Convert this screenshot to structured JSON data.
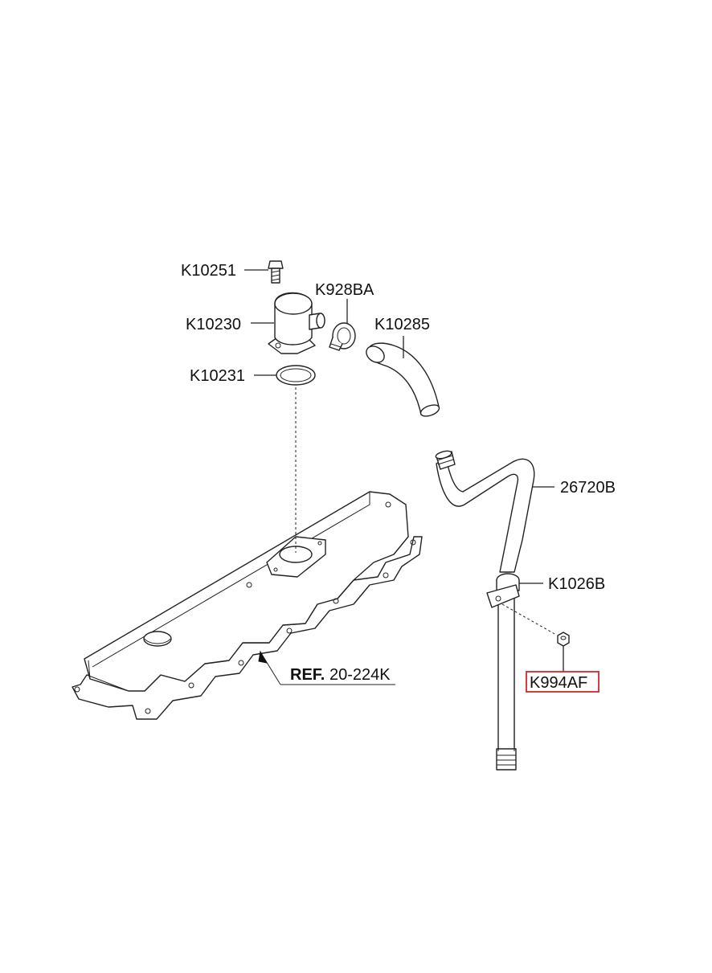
{
  "parts": {
    "bolt": "K10251",
    "clamp": "K928BA",
    "breather_housing": "K10230",
    "hose": "K10285",
    "gasket": "K10231",
    "pipe": "26720B",
    "bracket": "K1026B",
    "nut": "K994AF"
  },
  "reference": {
    "prefix": "REF.",
    "code": "20-224K"
  },
  "colors": {
    "highlight": "#d4262b",
    "line": "#222222"
  }
}
